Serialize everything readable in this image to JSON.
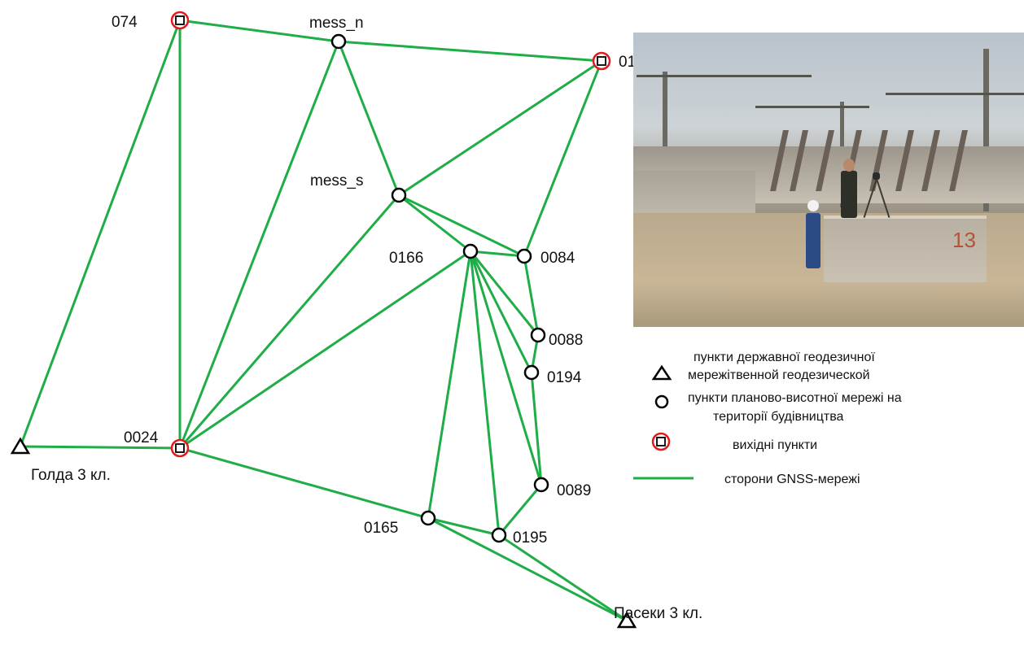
{
  "colors": {
    "edge": "#1fad48",
    "node_outline": "#000000",
    "source_ring": "#e01b1b"
  },
  "nodes": {
    "n074": {
      "label": "074",
      "kind": "source"
    },
    "n01": {
      "label": "01",
      "kind": "source"
    },
    "n0024": {
      "label": "0024",
      "kind": "source"
    },
    "mess_n": {
      "label": "mess_n",
      "kind": "local"
    },
    "mess_s": {
      "label": "mess_s",
      "kind": "local"
    },
    "n0166": {
      "label": "0166",
      "kind": "local"
    },
    "n0084": {
      "label": "0084",
      "kind": "local"
    },
    "n0088": {
      "label": "0088",
      "kind": "local"
    },
    "n0194": {
      "label": "0194",
      "kind": "local"
    },
    "n0089": {
      "label": "0089",
      "kind": "local"
    },
    "n0165": {
      "label": "0165",
      "kind": "local"
    },
    "n0195": {
      "label": "0195",
      "kind": "local"
    },
    "golda": {
      "label": "Голда 3 кл.",
      "kind": "state"
    },
    "paseky": {
      "label": "Пасеки 3 кл.",
      "kind": "state"
    }
  },
  "edges": [
    [
      "golda",
      "n074"
    ],
    [
      "golda",
      "n0024"
    ],
    [
      "n074",
      "n0024"
    ],
    [
      "n074",
      "mess_n"
    ],
    [
      "mess_n",
      "n01"
    ],
    [
      "mess_n",
      "n0024"
    ],
    [
      "mess_n",
      "mess_s"
    ],
    [
      "n01",
      "mess_s"
    ],
    [
      "n01",
      "n0084"
    ],
    [
      "mess_s",
      "n0024"
    ],
    [
      "mess_s",
      "n0166"
    ],
    [
      "mess_s",
      "n0084"
    ],
    [
      "n0166",
      "n0024"
    ],
    [
      "n0166",
      "n0084"
    ],
    [
      "n0166",
      "n0088"
    ],
    [
      "n0166",
      "n0194"
    ],
    [
      "n0166",
      "n0089"
    ],
    [
      "n0166",
      "n0195"
    ],
    [
      "n0166",
      "n0165"
    ],
    [
      "n0084",
      "n0088"
    ],
    [
      "n0088",
      "n0194"
    ],
    [
      "n0194",
      "n0089"
    ],
    [
      "n0089",
      "n0195"
    ],
    [
      "n0024",
      "n0165"
    ],
    [
      "n0165",
      "n0195"
    ],
    [
      "n0165",
      "paseky"
    ],
    [
      "n0195",
      "paseky"
    ]
  ],
  "legend": {
    "state_line1": "пункти державної геодезичної",
    "state_line2": "мережітвенной геодезической",
    "local_line1": "пункти планово-висотної мережі на",
    "local_line2": "території будівництва",
    "source": "вихідні пункти",
    "edge": "сторони GNSS-мережі"
  },
  "photo": {
    "marking": "13"
  }
}
